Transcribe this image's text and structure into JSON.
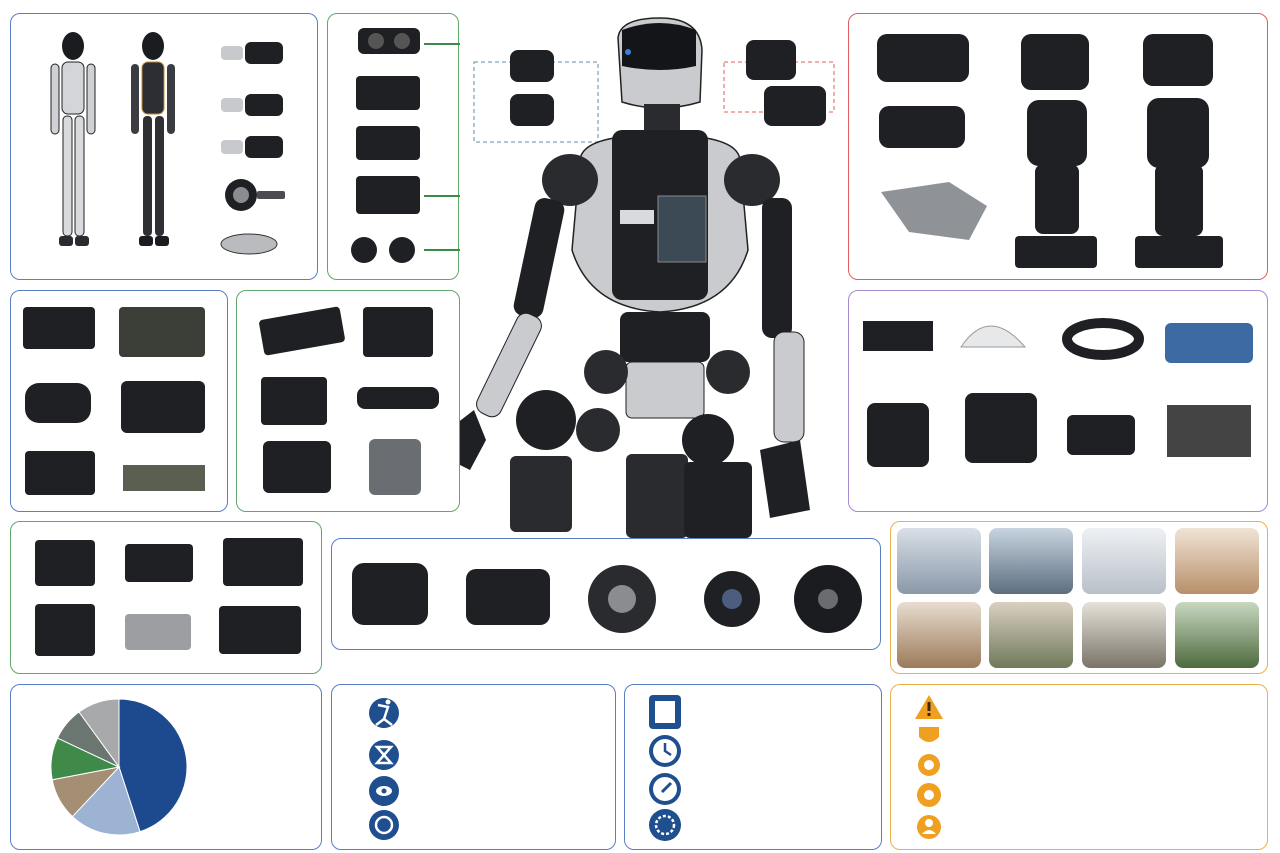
{
  "colors": {
    "panel_blue": "#5b7fc4",
    "panel_green": "#5fa86a",
    "panel_red": "#e05c62",
    "panel_purple": "#a48ad0",
    "panel_orange": "#e8b24c",
    "icon_navy": "#1f4f8e",
    "warning_orange": "#f0a020",
    "robot_dark": "#1b1c1f",
    "robot_silver": "#c9cbcf"
  },
  "chart_data": {
    "type": "pie",
    "title": "",
    "series": [
      {
        "values": [
          45,
          17,
          10,
          10,
          8,
          10
        ],
        "colors": [
          "#1d4a8e",
          "#9db3d4",
          "#a48e74",
          "#3f8a48",
          "#6c7670",
          "#a7a9ab"
        ]
      }
    ]
  },
  "icons": {
    "navy_column_1": [
      "running-person-icon",
      "hourglass-icon",
      "eye-shield-icon",
      "rotation-icon"
    ],
    "navy_column_2": [
      "clipboard-icon",
      "clock-icon",
      "compass-icon",
      "gear-icon"
    ],
    "warning_column": [
      "warning-icon",
      "shield-icon",
      "gear-badge-icon",
      "settings-icon",
      "user-icon"
    ]
  }
}
